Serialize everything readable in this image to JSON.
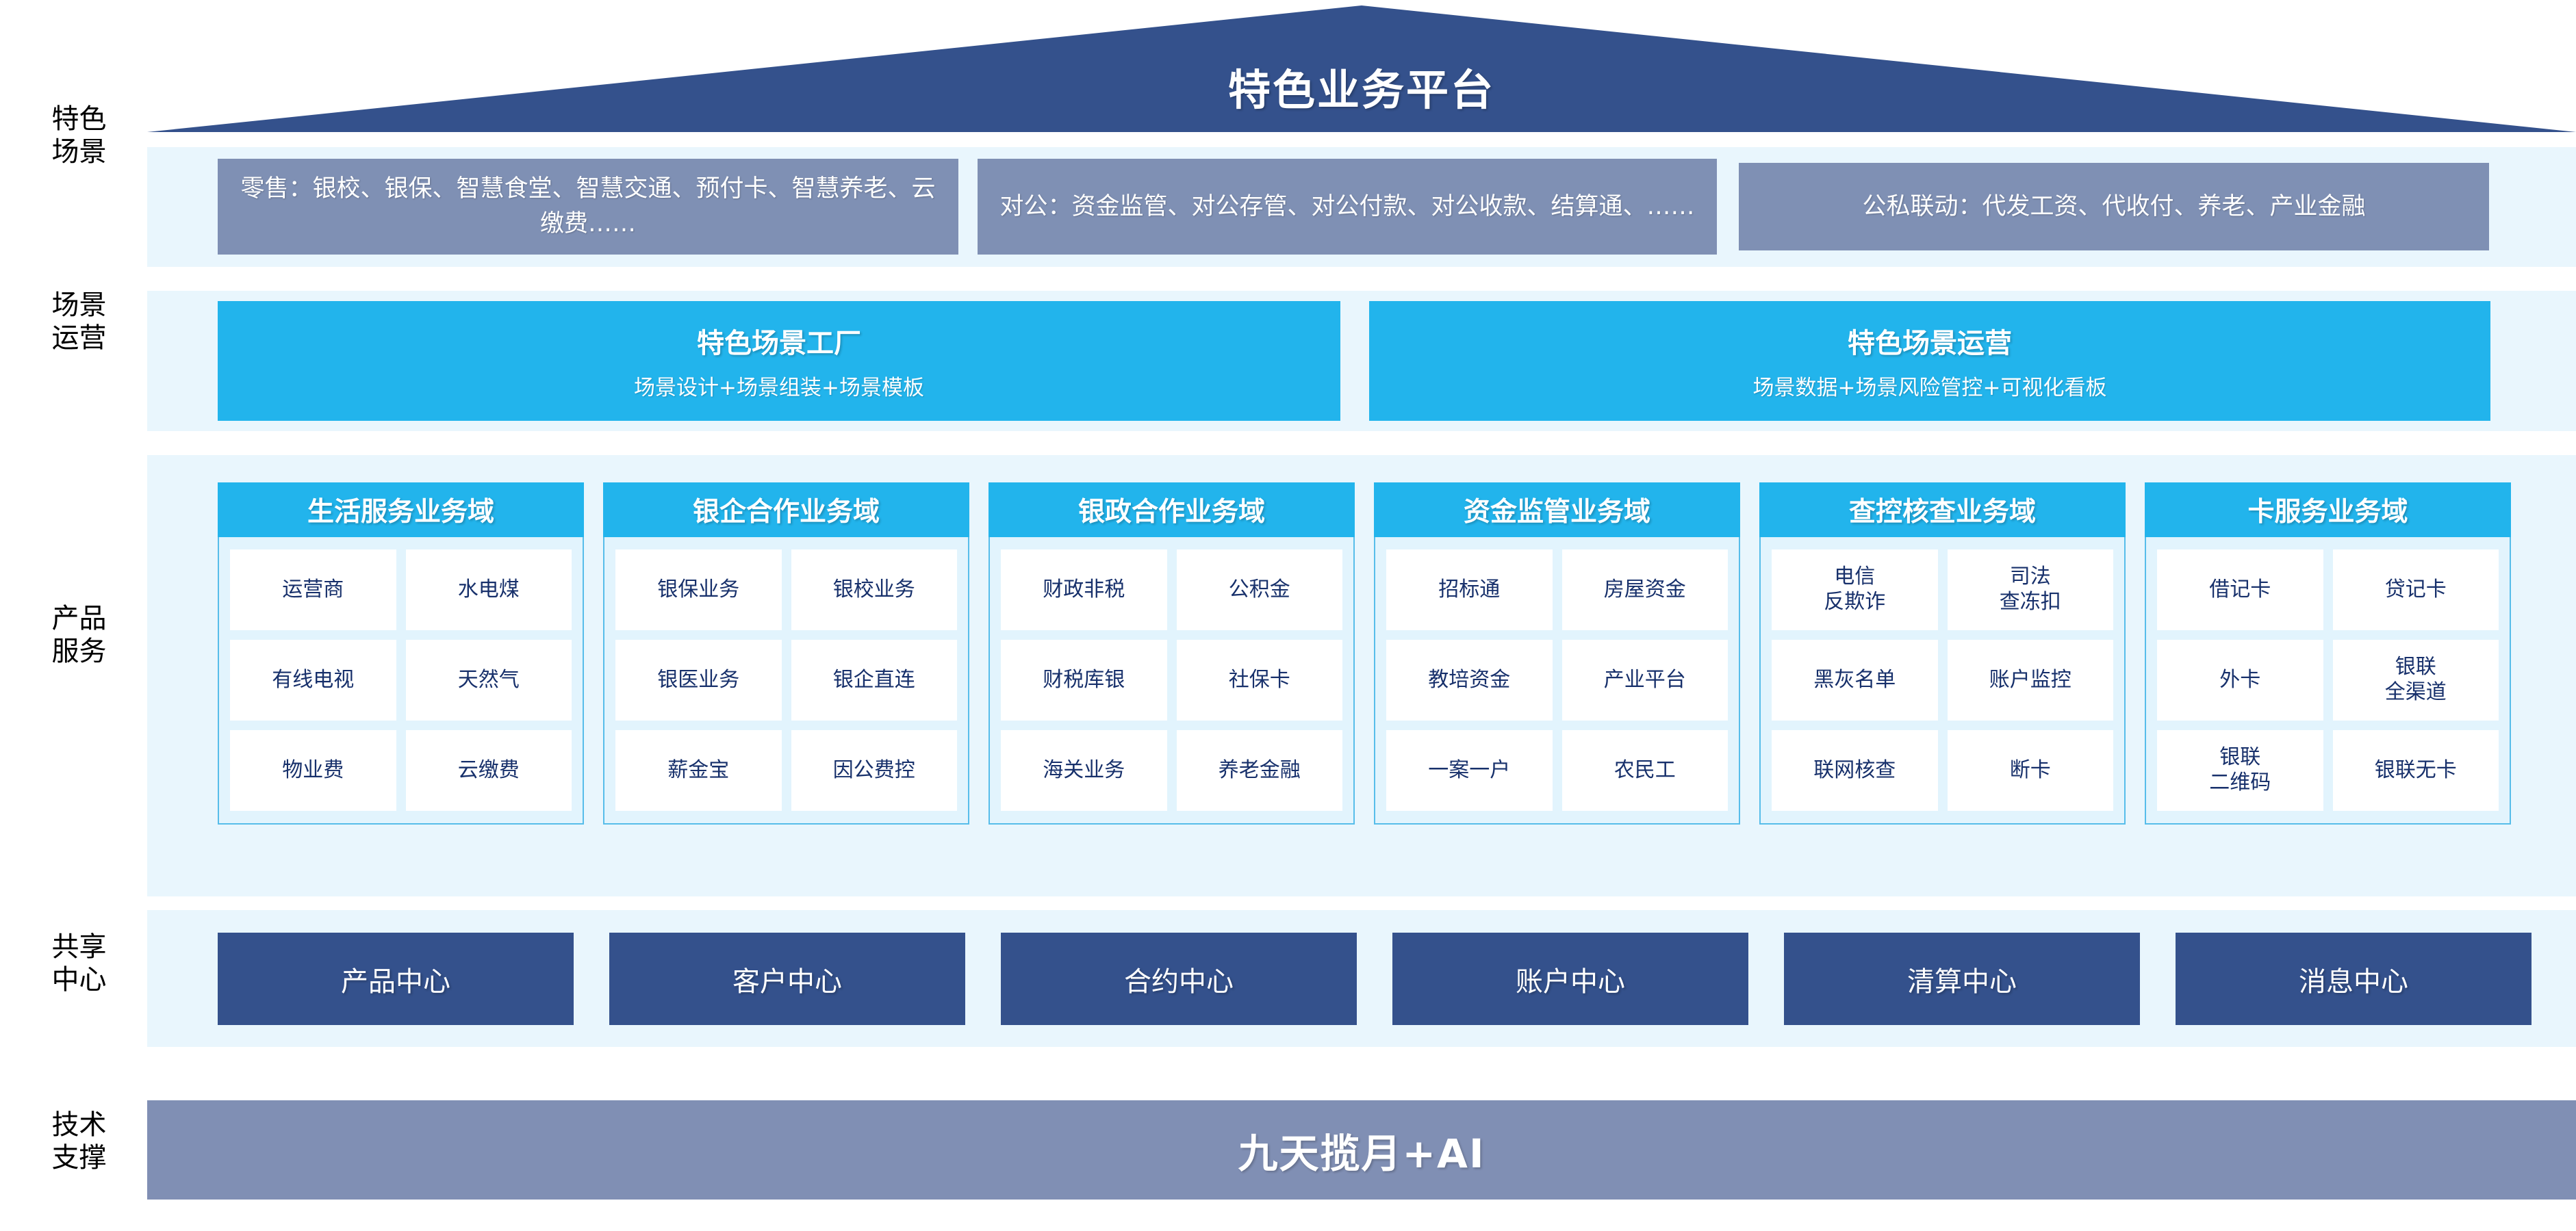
{
  "title": "特色业务平台",
  "row_labels": {
    "scenario": "特色\n场景",
    "operation": "场景\n运营",
    "product": "产品\n服务",
    "shared": "共享\n中心",
    "tech": "技术\n支撑"
  },
  "colors": {
    "navy": "#34518c",
    "cyan": "#22b4ec",
    "slate": "#7f90b4",
    "band_bg": "#e9f6fd",
    "card_body_bg": "#e2f4fd",
    "card_border": "#57bdea",
    "cell_text": "#17306b",
    "tech_bg": "#808fb4"
  },
  "scenarios": [
    {
      "label": "零售：银校、银保、智慧食堂、智慧交通、预付卡、智慧养老、云缴费……"
    },
    {
      "label": "对公：资金监管、对公存管、对公付款、对公收款、结算通、……"
    },
    {
      "label": "公私联动：代发工资、代收付、养老、产业金融"
    }
  ],
  "operations": [
    {
      "title": "特色场景工厂",
      "subtitle": "场景设计+场景组装+场景模板"
    },
    {
      "title": "特色场景运营",
      "subtitle": "场景数据+场景风险管控+可视化看板"
    }
  ],
  "domains": [
    {
      "title": "生活服务业务域",
      "items": [
        "运营商",
        "水电煤",
        "有线电视",
        "天然气",
        "物业费",
        "云缴费"
      ]
    },
    {
      "title": "银企合作业务域",
      "items": [
        "银保业务",
        "银校业务",
        "银医业务",
        "银企直连",
        "薪金宝",
        "因公费控"
      ]
    },
    {
      "title": "银政合作业务域",
      "items": [
        "财政非税",
        "公积金",
        "财税库银",
        "社保卡",
        "海关业务",
        "养老金融"
      ]
    },
    {
      "title": "资金监管业务域",
      "items": [
        "招标通",
        "房屋资金",
        "教培资金",
        "产业平台",
        "一案一户",
        "农民工"
      ]
    },
    {
      "title": "查控核查业务域",
      "items": [
        "电信\n反欺诈",
        "司法\n查冻扣",
        "黑灰名单",
        "账户监控",
        "联网核查",
        "断卡"
      ]
    },
    {
      "title": "卡服务业务域",
      "items": [
        "借记卡",
        "贷记卡",
        "外卡",
        "银联\n全渠道",
        "银联\n二维码",
        "银联无卡"
      ]
    }
  ],
  "shared_centers": [
    {
      "label": "产品中心"
    },
    {
      "label": "客户中心"
    },
    {
      "label": "合约中心"
    },
    {
      "label": "账户中心"
    },
    {
      "label": "清算中心"
    },
    {
      "label": "消息中心"
    }
  ],
  "tech_support": {
    "label": "九天揽月+AI"
  }
}
